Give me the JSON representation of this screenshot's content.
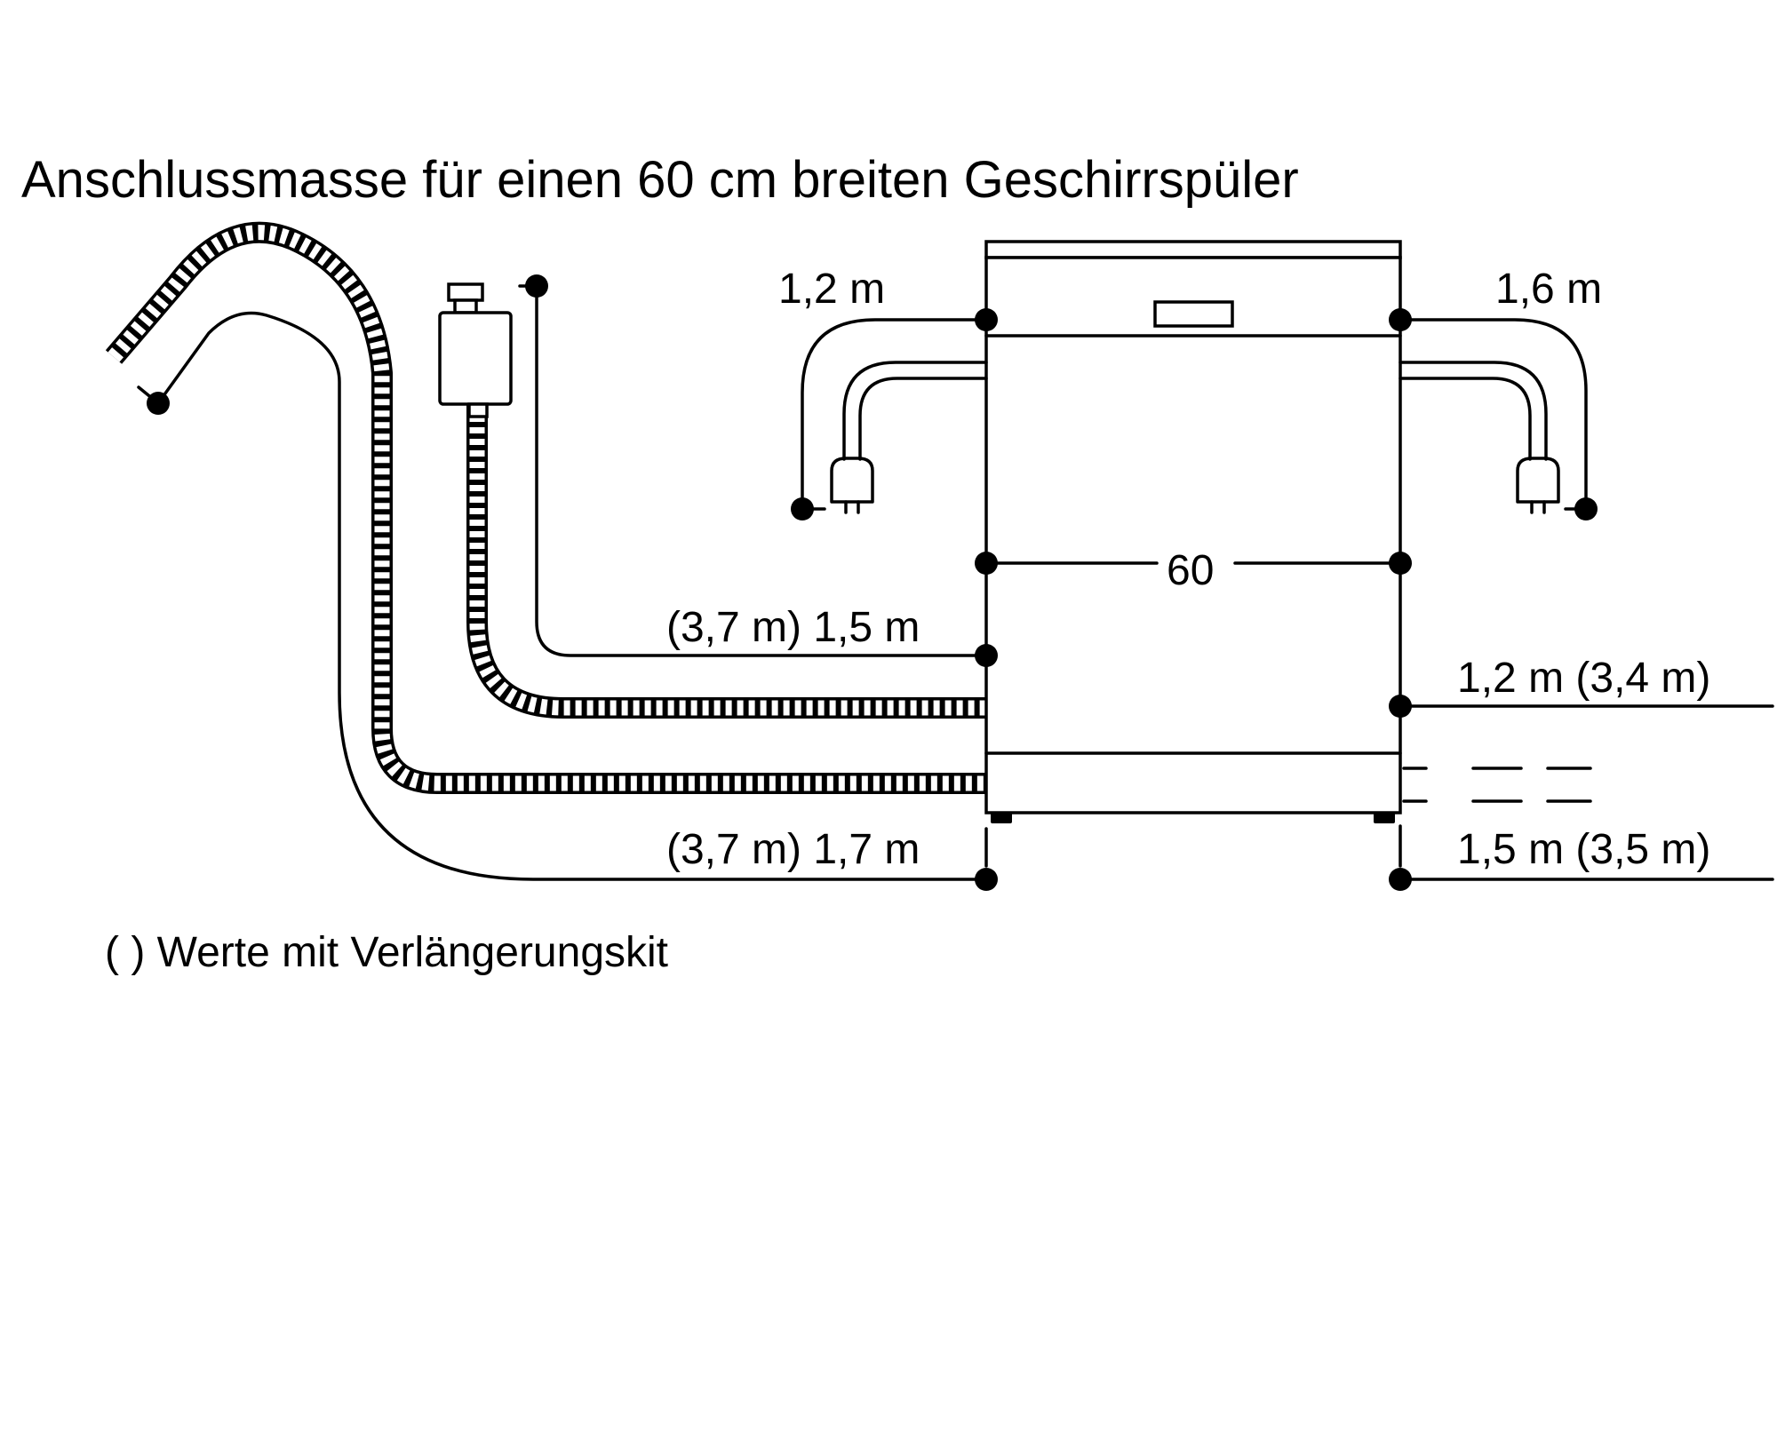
{
  "title": "Anschlussmasse für einen 60 cm breiten Geschirrspüler",
  "dimensions": {
    "power_cord_left": "1,2 m",
    "power_cord_right": "1,6 m",
    "appliance_width": "60",
    "water_hose_left": "(3,7 m) 1,5 m",
    "drain_hose_left": "(3,7 m) 1,7 m",
    "water_hose_right": "1,2 m (3,4 m)",
    "drain_hose_right": "1,5 m (3,5 m)"
  },
  "footnote": "( ) Werte mit Verlängerungskit"
}
